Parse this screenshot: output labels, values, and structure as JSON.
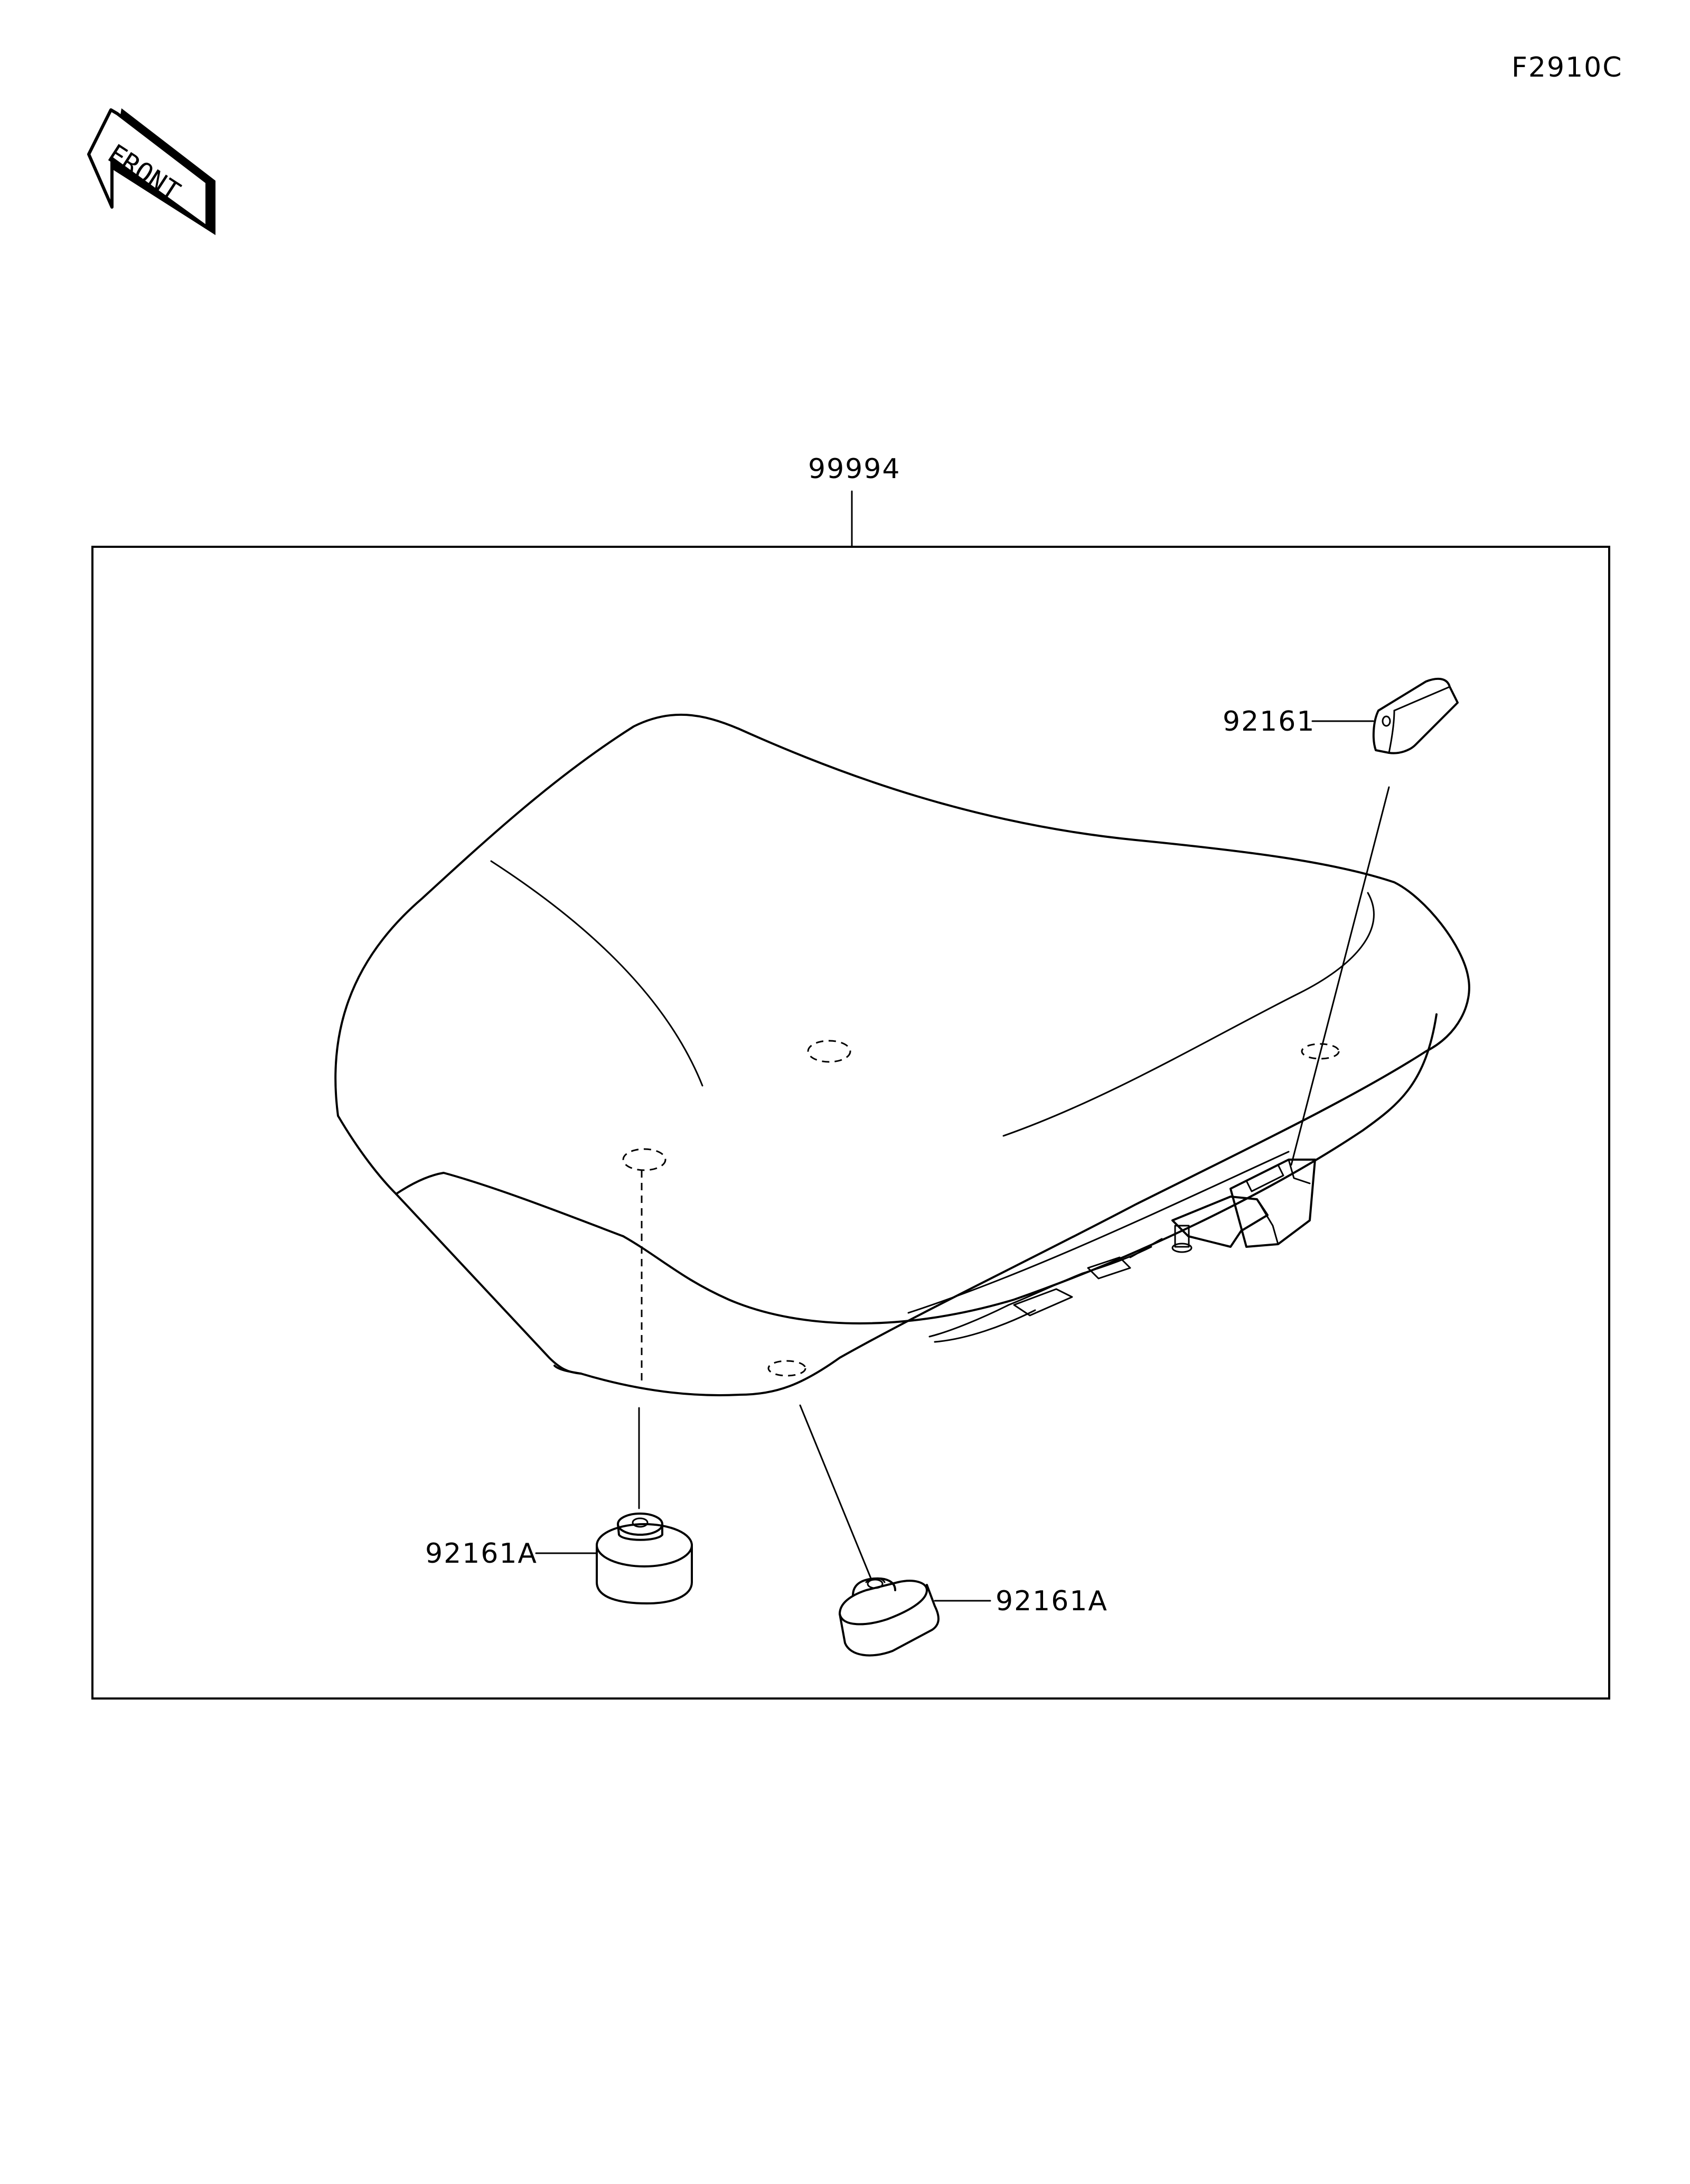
{
  "figure_code": "F2910C",
  "front_indicator": {
    "text": "FRONT"
  },
  "parts": {
    "seat_assembly": "99994",
    "rubber_damper": "92161",
    "damper_left": "92161A",
    "damper_right": "92161A"
  }
}
